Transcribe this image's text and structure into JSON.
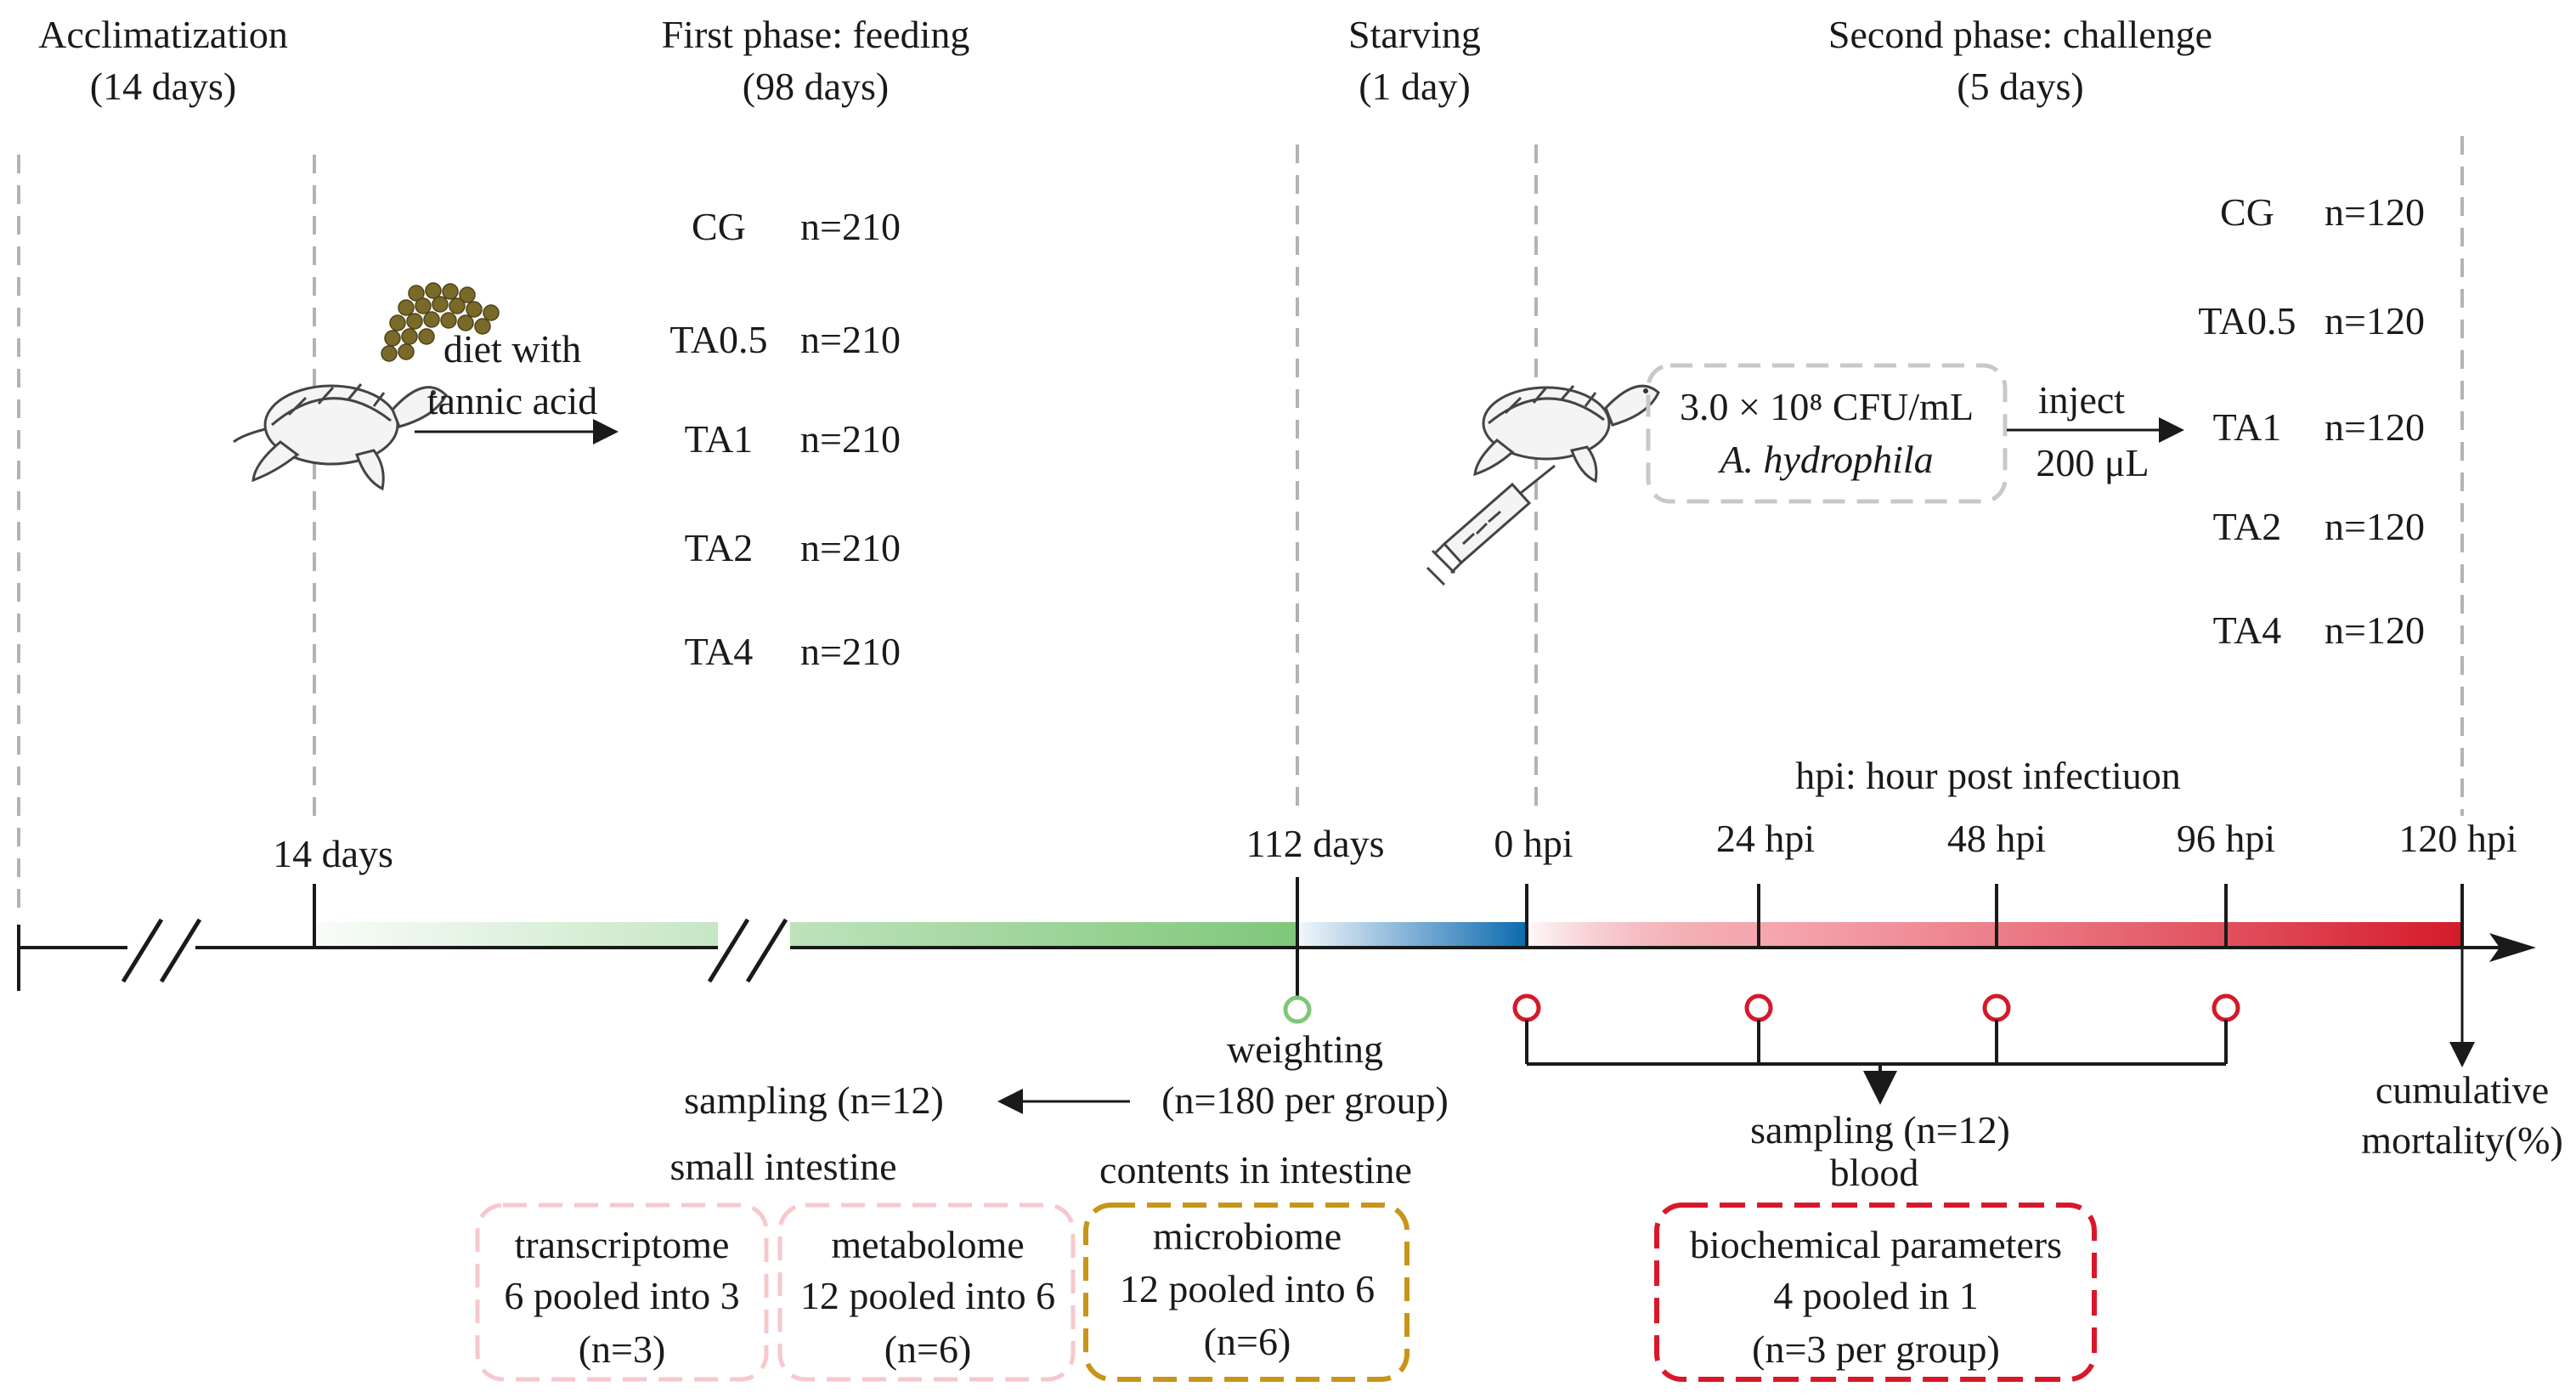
{
  "phases": {
    "acclimatization": {
      "title": "Acclimatization",
      "duration": "(14 days)"
    },
    "feeding": {
      "title": "First phase: feeding",
      "duration": "(98 days)"
    },
    "starving": {
      "title": "Starving",
      "duration": "(1 day)"
    },
    "challenge": {
      "title": "Second phase: challenge",
      "duration": "(5 days)"
    }
  },
  "feeding_groups": [
    {
      "name": "CG",
      "n": "n=210"
    },
    {
      "name": "TA0.5",
      "n": "n=210"
    },
    {
      "name": "TA1",
      "n": "n=210"
    },
    {
      "name": "TA2",
      "n": "n=210"
    },
    {
      "name": "TA4",
      "n": "n=210"
    }
  ],
  "challenge_groups": [
    {
      "name": "CG",
      "n": "n=120"
    },
    {
      "name": "TA0.5",
      "n": "n=120"
    },
    {
      "name": "TA1",
      "n": "n=120"
    },
    {
      "name": "TA2",
      "n": "n=120"
    },
    {
      "name": "TA4",
      "n": "n=120"
    }
  ],
  "diet": {
    "line1": "diet with",
    "line2": "tannic acid"
  },
  "pathogen": {
    "dose": "3.0 × 10⁸ CFU/mL",
    "species": "A. hydrophila"
  },
  "injection": {
    "line1": "inject",
    "line2": "200 μL"
  },
  "hpi_note": "hpi: hour post infectiuon",
  "timeline": {
    "day14": "14 days",
    "day112": "112 days",
    "hpi0": "0 hpi",
    "hpi24": "24 hpi",
    "hpi48": "48 hpi",
    "hpi96": "96 hpi",
    "hpi120": "120 hpi"
  },
  "weighting": {
    "line1": "weighting",
    "line2": "(n=180 per group)"
  },
  "sampling_feed": "sampling (n=12)",
  "small_intestine": "small intestine",
  "intestine_contents": "contents in intestine",
  "boxes": {
    "transcriptome": {
      "l1": "transcriptome",
      "l2": "6 pooled into 3",
      "l3": "(n=3)"
    },
    "metabolome": {
      "l1": "metabolome",
      "l2": "12 pooled into 6",
      "l3": "(n=6)"
    },
    "microbiome": {
      "l1": "microbiome",
      "l2": "12  pooled into 6",
      "l3": "(n=6)"
    },
    "biochem": {
      "l1": "biochemical parameters",
      "l2": "4 pooled in 1",
      "l3": "(n=3 per group)"
    }
  },
  "sampling_challenge": {
    "line1": "sampling (n=12)",
    "line2": "blood"
  },
  "mortality": {
    "line1": "cumulative",
    "line2": "mortality(%)"
  },
  "colors": {
    "green": "#7fc77a",
    "blue": "#0b6ab0",
    "red": "#d41a2a",
    "pink_box": "#f6c8cc",
    "gold_box": "#c8951a",
    "red_box": "#d8182a",
    "gray_dash": "#b3b3b3",
    "turtle_food": "#7a6a2a"
  }
}
